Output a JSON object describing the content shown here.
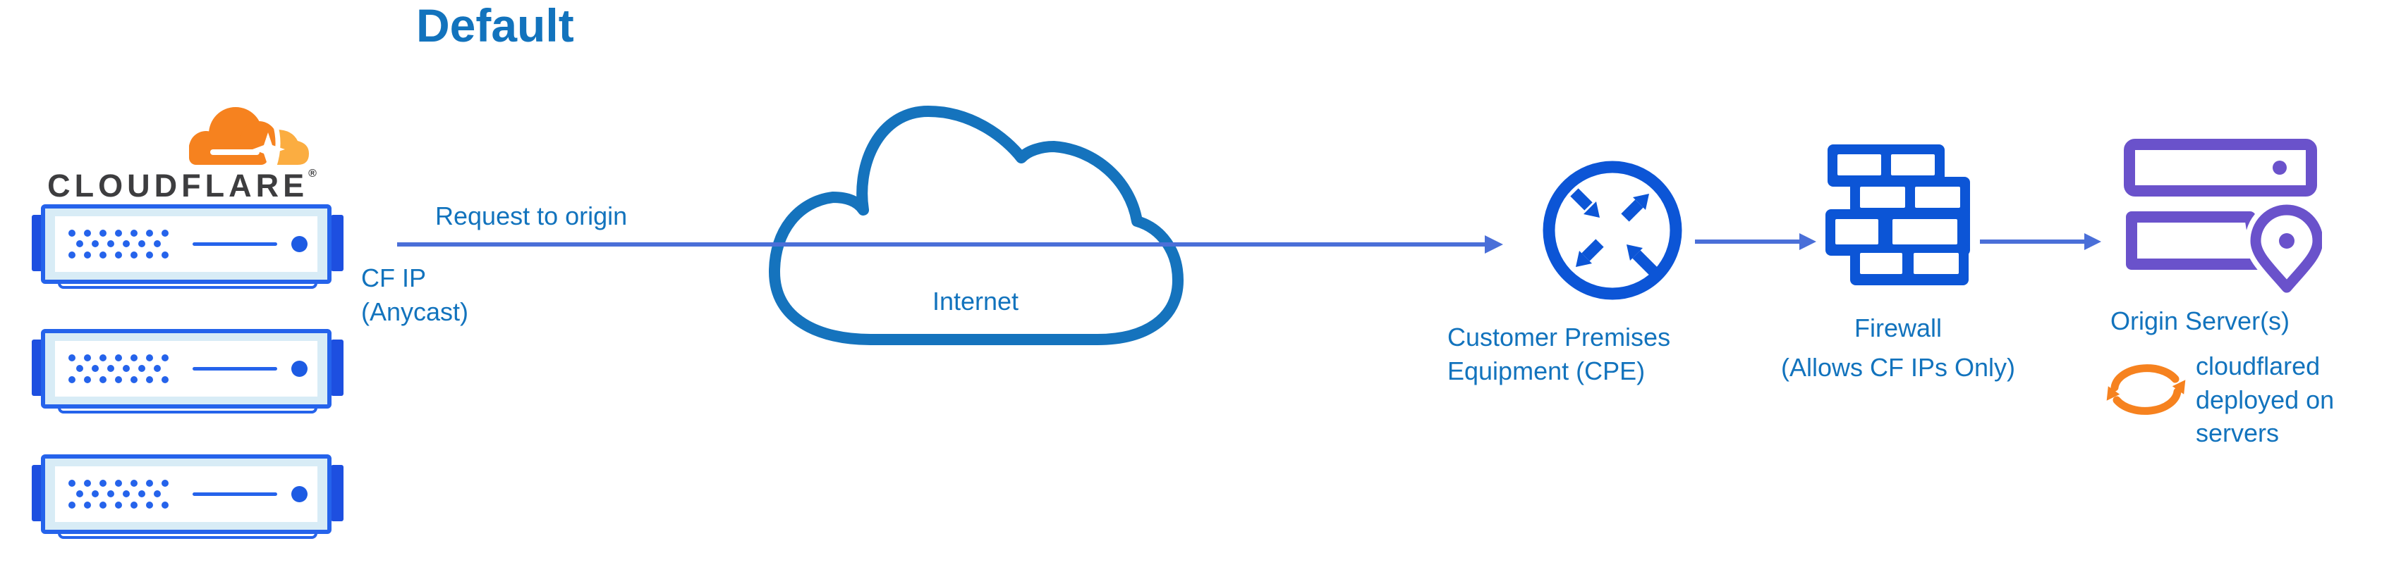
{
  "page": {
    "title": "Default"
  },
  "brand": {
    "wordmark": "CLOUDFLARE",
    "registered": "®"
  },
  "edge": {
    "request_label": "Request to origin",
    "cf_ip_line1": "CF IP",
    "cf_ip_line2": "(Anycast)"
  },
  "internet": {
    "label": "Internet"
  },
  "cpe": {
    "line1": "Customer Premises",
    "line2": "Equipment (CPE)"
  },
  "firewall": {
    "line1": "Firewall",
    "line2": "(Allows CF IPs Only)"
  },
  "origin": {
    "label": "Origin Server(s)",
    "note1": "cloudflared",
    "note2": "deployed on",
    "note3": "servers"
  },
  "colors": {
    "label_blue": "#1273BD",
    "flow_line_blue": "#4A6FD8",
    "icon_blue": "#0C55D6",
    "server_border_blue": "#2563EB",
    "server_tab_blue": "#1D4FE0",
    "server_fill_light": "#D8ECF6",
    "internet_cloud_stroke": "#1573BD",
    "origin_purple": "#6A52CB",
    "brand_orange": "#F6821F",
    "brand_orange_light": "#FBAD41",
    "wordmark_dark": "#3D3D3F"
  }
}
